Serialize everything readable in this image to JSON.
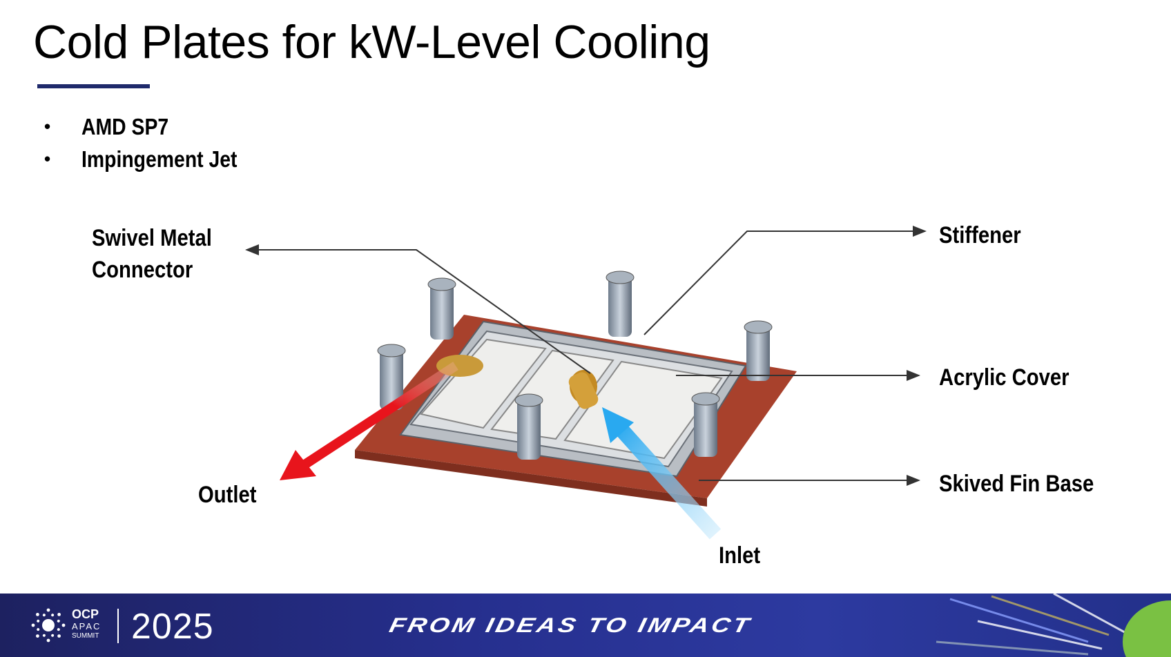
{
  "slide": {
    "title": "Cold Plates for kW-Level Cooling",
    "bullets": [
      "AMD SP7",
      "Impingement Jet"
    ],
    "labels": {
      "swivel_line1": "Swivel Metal",
      "swivel_line2": "Connector",
      "stiffener": "Stiffener",
      "acrylic": "Acrylic Cover",
      "skived": "Skived Fin Base",
      "outlet": "Outlet",
      "inlet": "Inlet"
    }
  },
  "footer": {
    "logo_ocp": "OCP",
    "logo_apac": "APAC",
    "logo_summit": "SUMMIT",
    "year": "2025",
    "tagline": "FROM IDEAS TO IMPACT"
  },
  "colors": {
    "accent": "#1f2a6b",
    "outlet": "#e8141c",
    "inlet": "#4fc3f7",
    "base": "#b5452f"
  }
}
